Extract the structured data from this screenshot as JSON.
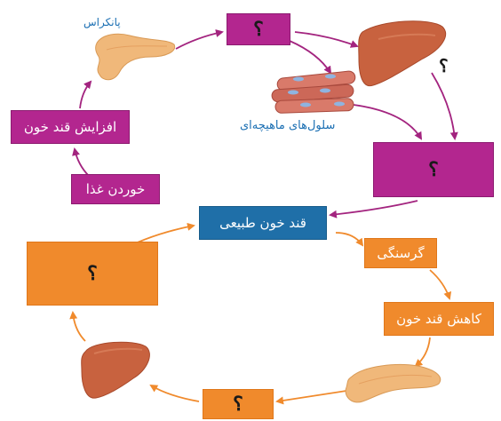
{
  "colors": {
    "purple": "#b3268f",
    "orange": "#f08a2c",
    "blue": "#1f6fa8",
    "label_blue": "#1b6fb3",
    "organ": "#c8623f"
  },
  "icons": [
    "pancreas-icon",
    "liver-icon",
    "muscle-cells-icon"
  ],
  "labels": {
    "pancreas": "پانکراس",
    "muscle_cells": "سلول‌های ماهیچه‌ای"
  },
  "boxes": {
    "top_center": "؟",
    "liver_question": "؟",
    "purple_right": "؟",
    "increase_blood_sugar": "افزایش قند خون",
    "eating_food": "خوردن غذا",
    "normal_blood_sugar": "قند خون طبیعی",
    "hunger": "گرسنگی",
    "decrease_blood_sugar": "کاهش قند خون",
    "orange_bottom": "؟",
    "orange_left": "؟"
  }
}
